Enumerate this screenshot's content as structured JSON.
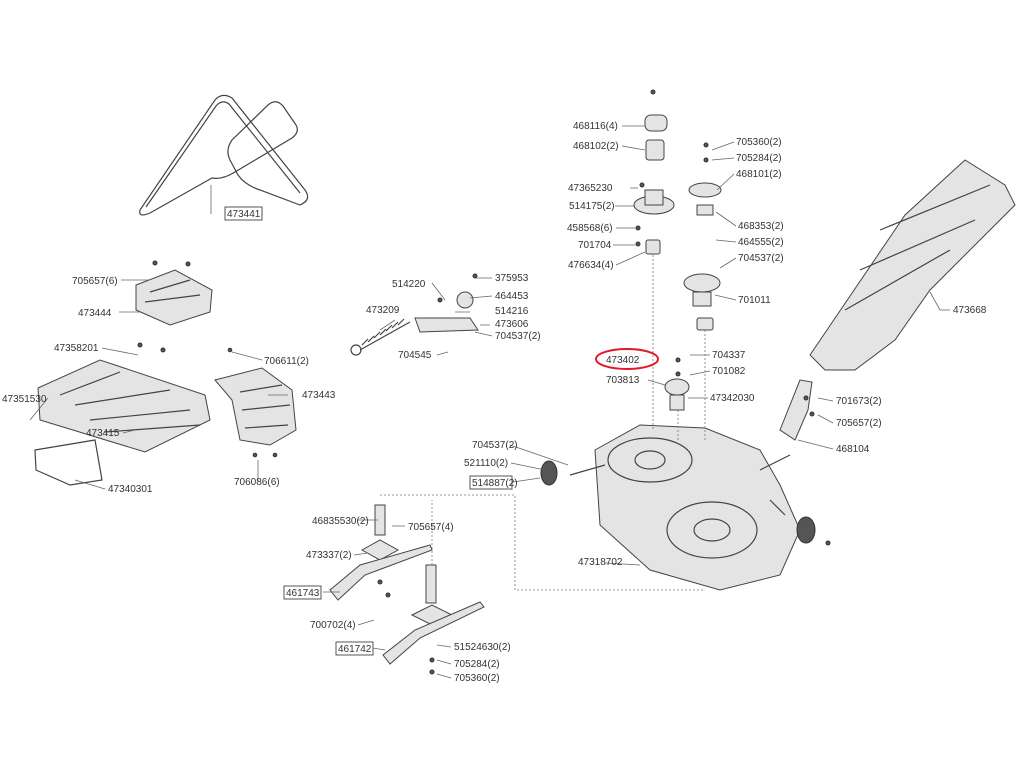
{
  "highlight_color": "#e0192b",
  "labels": [
    {
      "id": "l1",
      "text": "473441",
      "boxed": true
    },
    {
      "id": "l2",
      "text": "705657(6)"
    },
    {
      "id": "l3",
      "text": "473444"
    },
    {
      "id": "l4",
      "text": "47358201"
    },
    {
      "id": "l5",
      "text": "47351530"
    },
    {
      "id": "l6",
      "text": "473415"
    },
    {
      "id": "l7",
      "text": "47340301"
    },
    {
      "id": "l8",
      "text": "706611(2)"
    },
    {
      "id": "l9",
      "text": "473443"
    },
    {
      "id": "l10",
      "text": "706086(6)"
    },
    {
      "id": "l11",
      "text": "514220"
    },
    {
      "id": "l12",
      "text": "375953"
    },
    {
      "id": "l13",
      "text": "464453"
    },
    {
      "id": "l14",
      "text": "473209"
    },
    {
      "id": "l15",
      "text": "514216"
    },
    {
      "id": "l16",
      "text": "473606"
    },
    {
      "id": "l17",
      "text": "704537(2)"
    },
    {
      "id": "l18",
      "text": "704545"
    },
    {
      "id": "l19",
      "text": "468116(4)"
    },
    {
      "id": "l20",
      "text": "468102(2)"
    },
    {
      "id": "l21",
      "text": "47365230"
    },
    {
      "id": "l22",
      "text": "514175(2)"
    },
    {
      "id": "l23",
      "text": "458568(6)"
    },
    {
      "id": "l24",
      "text": "701704"
    },
    {
      "id": "l25",
      "text": "476634(4)"
    },
    {
      "id": "l26",
      "text": "705360(2)"
    },
    {
      "id": "l27",
      "text": "705284(2)"
    },
    {
      "id": "l28",
      "text": "468101(2)"
    },
    {
      "id": "l29",
      "text": "468353(2)"
    },
    {
      "id": "l30",
      "text": "464555(2)"
    },
    {
      "id": "l31",
      "text": "704537(2)"
    },
    {
      "id": "l32",
      "text": "701011"
    },
    {
      "id": "l33",
      "text": "473402",
      "highlighted": true
    },
    {
      "id": "l34",
      "text": "704337"
    },
    {
      "id": "l35",
      "text": "703813"
    },
    {
      "id": "l36",
      "text": "701082"
    },
    {
      "id": "l37",
      "text": "47342030"
    },
    {
      "id": "l38",
      "text": "473668"
    },
    {
      "id": "l39",
      "text": "701673(2)"
    },
    {
      "id": "l40",
      "text": "705657(2)"
    },
    {
      "id": "l41",
      "text": "468104"
    },
    {
      "id": "l42",
      "text": "704537(2)"
    },
    {
      "id": "l43",
      "text": "521110(2)"
    },
    {
      "id": "l44",
      "text": "514887(2)",
      "boxed": true
    },
    {
      "id": "l45",
      "text": "46835530(2)"
    },
    {
      "id": "l46",
      "text": "705657(4)"
    },
    {
      "id": "l47",
      "text": "473337(2)"
    },
    {
      "id": "l48",
      "text": "461743",
      "boxed": true
    },
    {
      "id": "l49",
      "text": "47318702"
    },
    {
      "id": "l50",
      "text": "700702(4)"
    },
    {
      "id": "l51",
      "text": "51524630(2)"
    },
    {
      "id": "l52",
      "text": "461742",
      "boxed": true
    },
    {
      "id": "l53",
      "text": "705284(2)"
    },
    {
      "id": "l54",
      "text": "705360(2)"
    }
  ]
}
